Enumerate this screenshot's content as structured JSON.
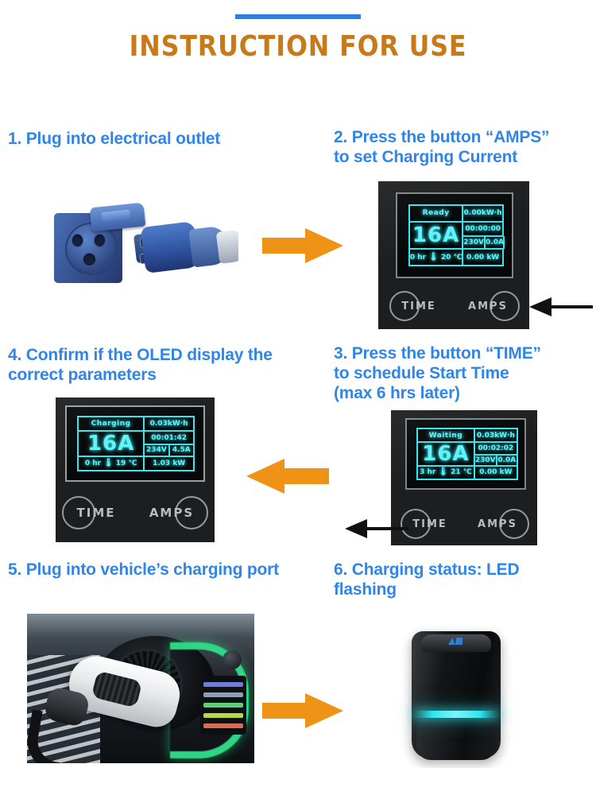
{
  "header": {
    "title": "INSTRUCTION FOR USE",
    "accent_color": "#2a7fe0",
    "title_color": "#c8791a"
  },
  "steps": [
    {
      "number": "1",
      "caption": "1. Plug into electrical outlet"
    },
    {
      "number": "2",
      "caption_line1": "2. Press the button “AMPS”",
      "caption_line2": "to set Charging Current"
    },
    {
      "number": "3",
      "caption_line1": "3. Press the button “TIME”",
      "caption_line2": "to schedule Start Time",
      "caption_line3": "(max 6 hrs later)"
    },
    {
      "number": "4",
      "caption_line1": "4. Confirm if the OLED display the",
      "caption_line2": "correct parameters"
    },
    {
      "number": "5",
      "caption": "5. Plug into vehicle’s charging port"
    },
    {
      "number": "6",
      "caption_line1": "6. Charging status: LED",
      "caption_line2": "flashing"
    }
  ],
  "displays": {
    "step2": {
      "status": "Ready",
      "energy": "0.00kW·h",
      "current_set": "16A",
      "timer": "00:00:00",
      "voltage": "230V",
      "amperage": "0.0A",
      "schedule": "0 hr",
      "temperature": "20 ℃",
      "power": "0.00 kW",
      "thermometer_icon": "thermometer-icon"
    },
    "step3": {
      "status": "Waiting",
      "energy": "0.03kW·h",
      "current_set": "16A",
      "timer": "00:02:02",
      "voltage": "230V",
      "amperage": "0.0A",
      "schedule": "3 hr",
      "temperature": "21 ℃",
      "power": "0.00 kW",
      "thermometer_icon": "thermometer-icon"
    },
    "step4": {
      "status": "Charging",
      "energy": "0.03kW·h",
      "current_set": "16A",
      "timer": "00:01:42",
      "voltage": "234V",
      "amperage": "4.5A",
      "schedule": "0 hr",
      "temperature": "19 ℃",
      "power": "1.03 kW",
      "thermometer_icon": "thermometer-icon"
    }
  },
  "buttons": {
    "time_label": "TIME",
    "amps_label": "AMPS"
  },
  "colors": {
    "oled_cyan": "#5ff3f8",
    "arrow_orange": "#ef9316",
    "caption_blue": "#2f86e8",
    "led_band": "#2fe6ee",
    "ev_port_ring": "#2fe08a"
  }
}
